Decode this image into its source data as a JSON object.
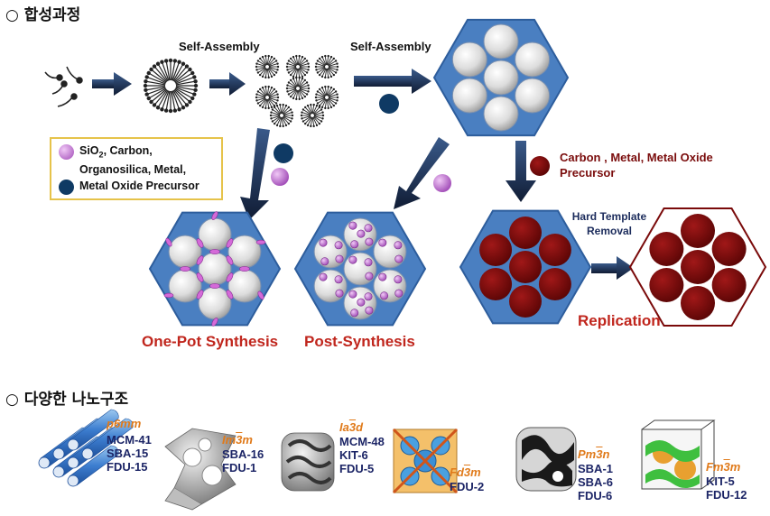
{
  "sections": {
    "synthesis_title": "○ 합성과정",
    "nanostructure_title": "○ 다양한 나노구조"
  },
  "process": {
    "self_assembly_1": "Self-Assembly",
    "self_assembly_2": "Self-Assembly",
    "legend": {
      "line1_pre": "SiO",
      "line1_sub": "2",
      "line1_post": ", Carbon,",
      "line2": "Organosilica, Metal,",
      "line3": "Metal Oxide Precursor",
      "purple_color": "#b866c8",
      "navy_color": "#0f3a64"
    },
    "precursor_label": "Carbon , Metal, Metal Oxide Precursor",
    "hard_template_removal": "Hard Template Removal",
    "one_pot": "One-Pot Synthesis",
    "post_synthesis": "Post-Synthesis",
    "replication": "Replication"
  },
  "structures": [
    {
      "symmetry_pre": "p6mm",
      "symmetry_bar": "",
      "symmetry_post": "",
      "materials": [
        "MCM-41",
        "SBA-15",
        "FDU-15"
      ]
    },
    {
      "symmetry_pre": "Im",
      "symmetry_bar": "3",
      "symmetry_post": "m",
      "materials": [
        "SBA-16",
        "FDU-1"
      ]
    },
    {
      "symmetry_pre": "Ia",
      "symmetry_bar": "3",
      "symmetry_post": "d",
      "materials": [
        "MCM-48",
        "KIT-6",
        "FDU-5"
      ]
    },
    {
      "symmetry_pre": "Fd",
      "symmetry_bar": "3",
      "symmetry_post": "m",
      "materials": [
        "FDU-2"
      ]
    },
    {
      "symmetry_pre": "Pm",
      "symmetry_bar": "3",
      "symmetry_post": "n",
      "materials": [
        "SBA-1",
        "SBA-6",
        "FDU-6"
      ]
    },
    {
      "symmetry_pre": "Fm",
      "symmetry_bar": "3",
      "symmetry_post": "m",
      "materials": [
        "KIT-5",
        "FDU-12"
      ]
    }
  ],
  "colors": {
    "arrow_navy": "#1a2a4a",
    "hex_blue": "#4a7fc1",
    "pore_dark_red": "#7a0a0a",
    "label_red": "#c0261d",
    "symmetry_orange": "#e07a1a"
  }
}
